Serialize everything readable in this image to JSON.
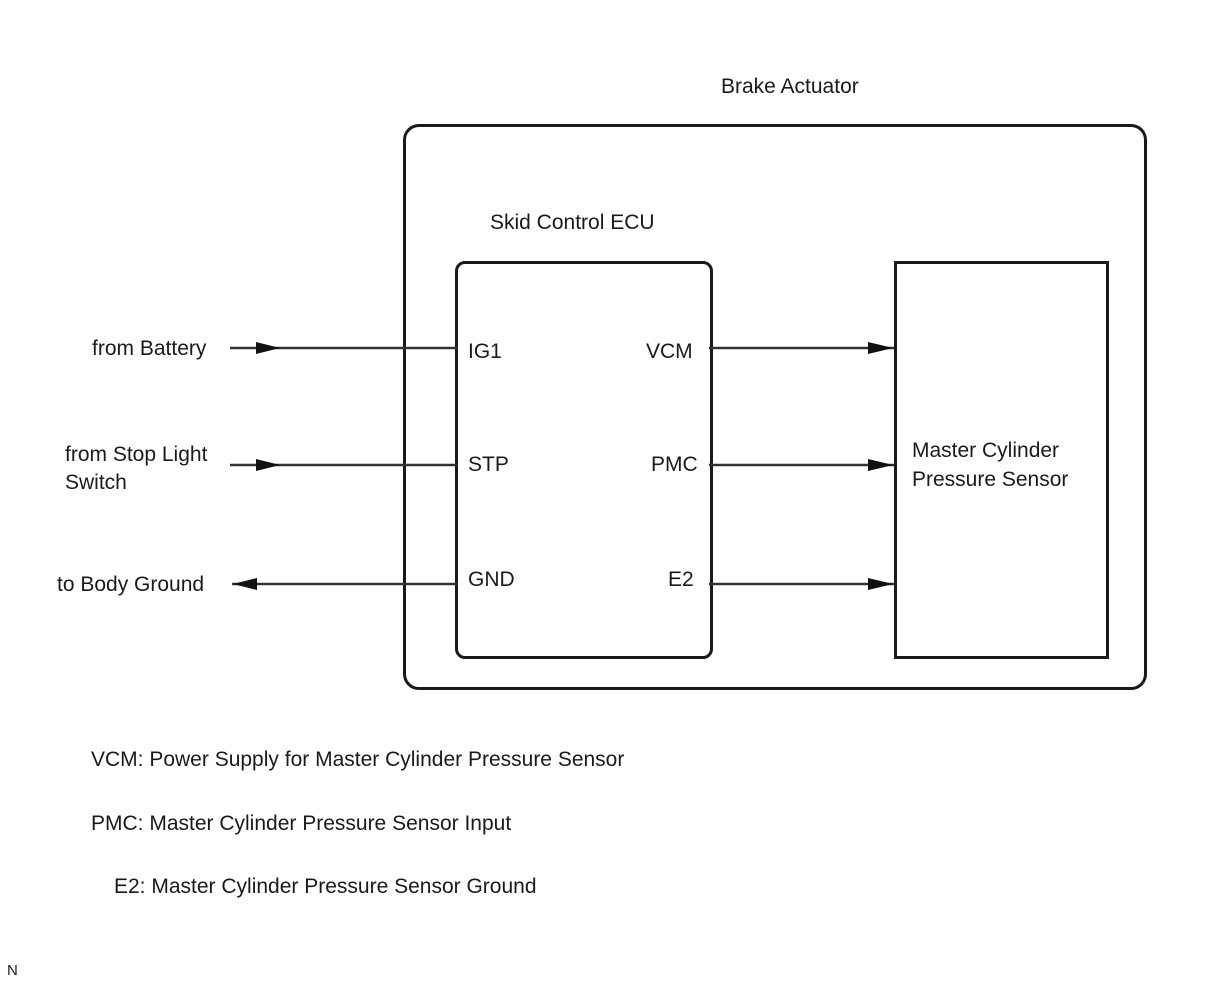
{
  "diagram": {
    "actuator_title": "Brake Actuator",
    "ecu_title": "Skid Control ECU",
    "sensor": {
      "line1": "Master Cylinder",
      "line2": "Pressure Sensor"
    },
    "inputs": [
      {
        "label": "from Battery",
        "pin": "IG1",
        "direction": "in"
      },
      {
        "label_line1": "from Stop Light",
        "label_line2": "Switch",
        "pin": "STP",
        "direction": "in"
      },
      {
        "label": "to Body Ground",
        "pin": "GND",
        "direction": "out"
      }
    ],
    "outputs": [
      {
        "pin": "VCM",
        "direction": "to-sensor"
      },
      {
        "pin": "PMC",
        "direction": "to-sensor"
      },
      {
        "pin": "E2",
        "direction": "to-sensor"
      }
    ],
    "legend": [
      "VCM: Power Supply for Master Cylinder Pressure Sensor",
      "PMC: Master Cylinder Pressure Sensor Input",
      "E2: Master Cylinder Pressure Sensor Ground"
    ],
    "corner_mark": "N"
  }
}
